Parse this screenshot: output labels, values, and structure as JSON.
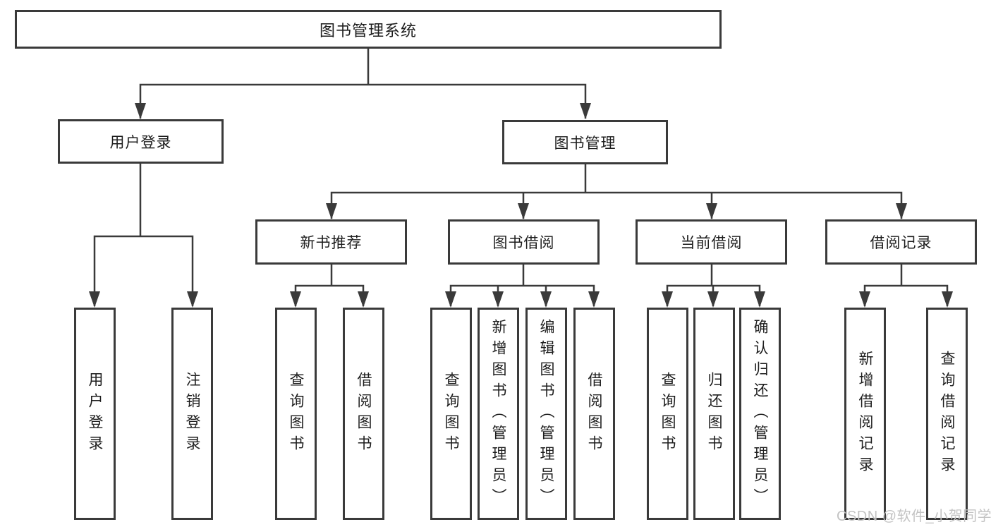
{
  "diagram": {
    "root": {
      "label": "图书管理系统"
    },
    "level2": [
      {
        "label": "用户登录"
      },
      {
        "label": "图书管理"
      }
    ],
    "level3": [
      {
        "label": "新书推荐"
      },
      {
        "label": "图书借阅"
      },
      {
        "label": "当前借阅"
      },
      {
        "label": "借阅记录"
      }
    ],
    "leaves": {
      "user_login": [
        {
          "label": "用户登录"
        },
        {
          "label": "注销登录"
        }
      ],
      "new_books": [
        {
          "label": "查询图书"
        },
        {
          "label": "借阅图书"
        }
      ],
      "book_borrow": [
        {
          "label": "查询图书"
        },
        {
          "label": "新增图书（管理员）"
        },
        {
          "label": "编辑图书（管理员）"
        },
        {
          "label": "借阅图书"
        }
      ],
      "current_borrow": [
        {
          "label": "查询图书"
        },
        {
          "label": "归还图书"
        },
        {
          "label": "确认归还（管理员）"
        }
      ],
      "borrow_records": [
        {
          "label": "新增借阅记录"
        },
        {
          "label": "查询借阅记录"
        }
      ]
    },
    "watermark": "CSDN @软件_小贺同学",
    "colors": {
      "line": "#3a3a3a",
      "text": "#1d1d1d",
      "watermark": "#c3c3c3",
      "background": "#ffffff"
    }
  }
}
